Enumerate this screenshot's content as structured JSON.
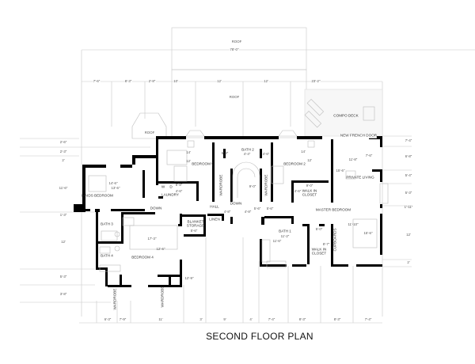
{
  "title": "SECOND FLOOR PLAN",
  "roof": {
    "upper": "ROOF",
    "overall_dim": "78'-0\"",
    "lower": "ROOF",
    "bay": "ROOF"
  },
  "deck": "COMPO DECK",
  "top_dims": [
    "7'-6\"",
    "8'-3\"",
    "2'-8\"",
    "10'",
    "12'",
    "12'",
    "23'-2\""
  ],
  "left_dims": [
    "2'-6\"",
    "2'-3\"",
    "2'",
    "11'-6\"",
    "1'-3\"",
    "12'",
    "5'-3\"",
    "3'-8\""
  ],
  "right_dims": [
    "7'-4\"",
    "6'-8\"",
    "5'-4\"",
    "5'-3\"",
    "1'-11\"",
    "12'",
    "2'"
  ],
  "bottom_dims": [
    "6'-3\"",
    "7'-9\"",
    "11'",
    "3'",
    "9'",
    "4'",
    "7'-4\"",
    "8'-3\"",
    "8'-3\"",
    "7'-4\""
  ],
  "rooms": {
    "maids_bedroom": "MAIDS BEDROOM",
    "maids_w": "14'-6\"",
    "maids_h": "13'-6\"",
    "bedroom5": "BEDROOM 5",
    "bedroom5_w": "14'",
    "bedroom5_h": "12'",
    "bath2": "BATH 2",
    "bath2_a": "6'-8\"",
    "bath2_b": "4'-4\"",
    "bath2_c": "4'-6\"",
    "bedroom2": "BEDROOM 2",
    "bedroom2_w": "14'",
    "bedroom2_h": "12'",
    "new_french_door": "NEW FRENCH DOOR",
    "private_living": "PRIVATE LIVING",
    "pl_w": "11'-8\"",
    "pl_h": "15'-6\"",
    "pl_d": "7'-6\"",
    "laundry": "LAUNDRY",
    "washer": "W",
    "dryer": "D",
    "laundry_a": "8'-8\"",
    "laundry_b": "4'-6\"",
    "hall": "HALL",
    "down1": "DOWN",
    "down2": "DOWN",
    "wardrobe": "WARDROBE",
    "walk_in_closet1": "WALK IN CLOSET",
    "wic1_w": "9'-0\"",
    "wic1_h": "4'-6\"",
    "master_bedroom": "MASTER BEDROOM",
    "mb_w": "11'-10\"",
    "mb_h": "15'-6\"",
    "bath1": "BATH 1",
    "bath1_w": "11'-2\"",
    "bath1_h": "11'-6\"",
    "walk_in_closet2": "WALK IN CLOSET",
    "wic2_w": "5'-0\"",
    "wic2_h": "8'-7\"",
    "cupboards": "CUPBOARDS",
    "bath3": "BATH 3",
    "bath4": "BATH 4",
    "bedroom4": "BEDROOM 4",
    "bedroom4_w": "17'-3\"",
    "bedroom4_h": "12'-6\"",
    "bedroom4_d": "12'-9\"",
    "blanket_storage": "BLANKET STORAGE",
    "bs_dim": "5'-6\"",
    "linen": "LINEN",
    "stair_dim": "9'-0\"",
    "hall_a": "4'-8\"",
    "hall_b": "4'-8\"",
    "hall_c": "5'-6\"",
    "hall_d": "5'-6\""
  }
}
